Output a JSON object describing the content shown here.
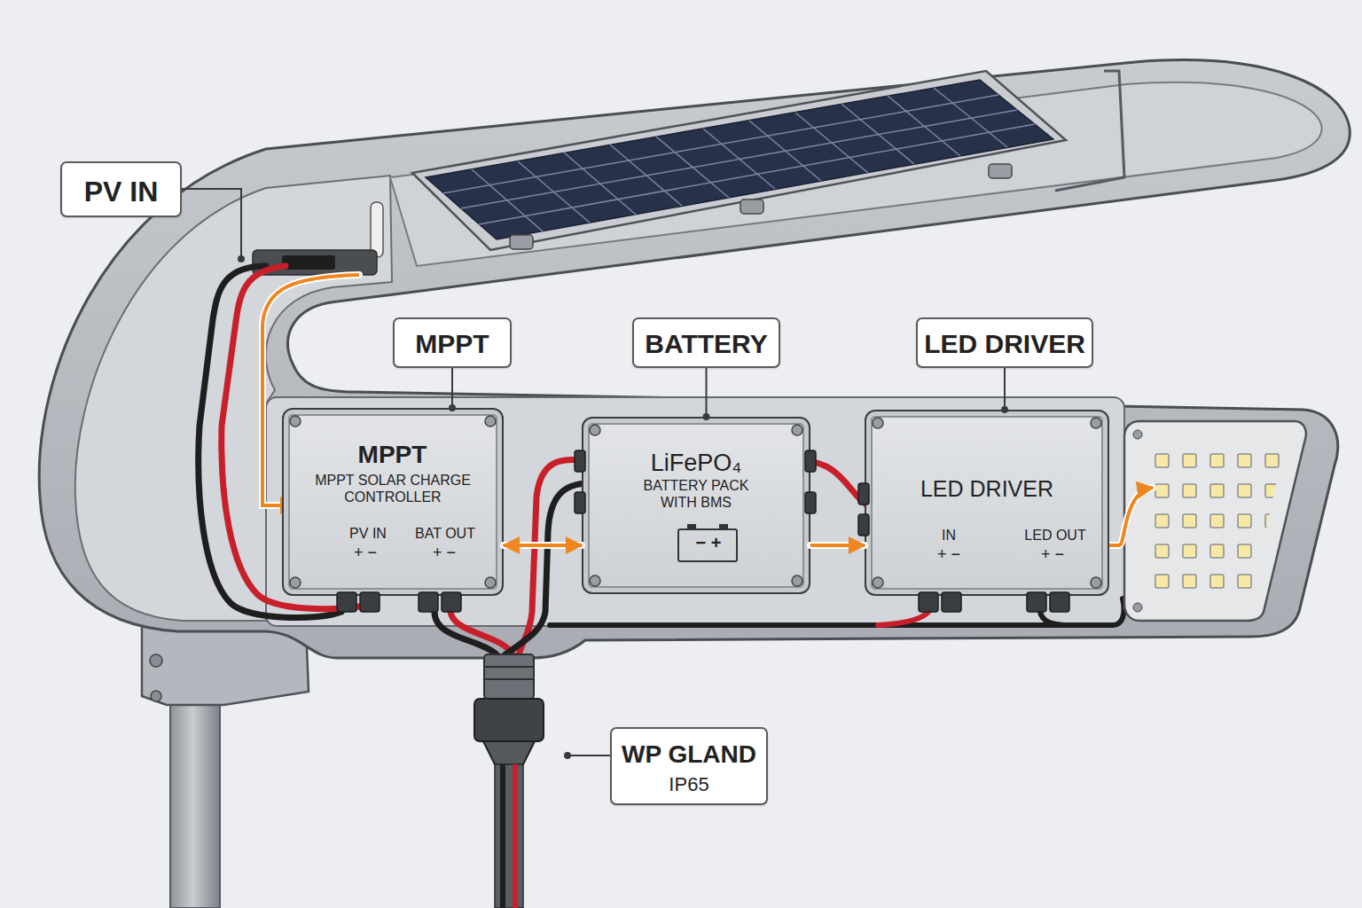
{
  "diagram": {
    "nodes": [
      {
        "text": [
          "PV IN"
        ]
      },
      {
        "text": [
          "MPPT"
        ]
      },
      {
        "text": [
          "BATTERY"
        ]
      },
      {
        "text": [
          "LED DRIVER"
        ]
      },
      {
        "text": [
          "MPPT",
          "MPPT SOLAR CHARGE CONTROLLER",
          "PV IN",
          "+ −",
          "BAT OUT",
          "+ −"
        ]
      },
      {
        "text": [
          "LiFePO₄",
          "BATTERY PACK WITH BMS",
          "− +"
        ]
      },
      {
        "text": [
          "LED DRIVER",
          "IN",
          "+ −",
          "LED OUT",
          "+ −"
        ]
      },
      {
        "text": [
          "WP GLAND",
          "IP65"
        ]
      }
    ],
    "edges": [
      {
        "from": 4,
        "to": 5,
        "arrow": "both"
      },
      {
        "from": 5,
        "to": 6,
        "arrow": "to"
      },
      {
        "from": 1,
        "to": 4,
        "arrow": "none"
      },
      {
        "from": 2,
        "to": 5,
        "arrow": "none"
      },
      {
        "from": 3,
        "to": 6,
        "arrow": "none"
      }
    ]
  }
}
